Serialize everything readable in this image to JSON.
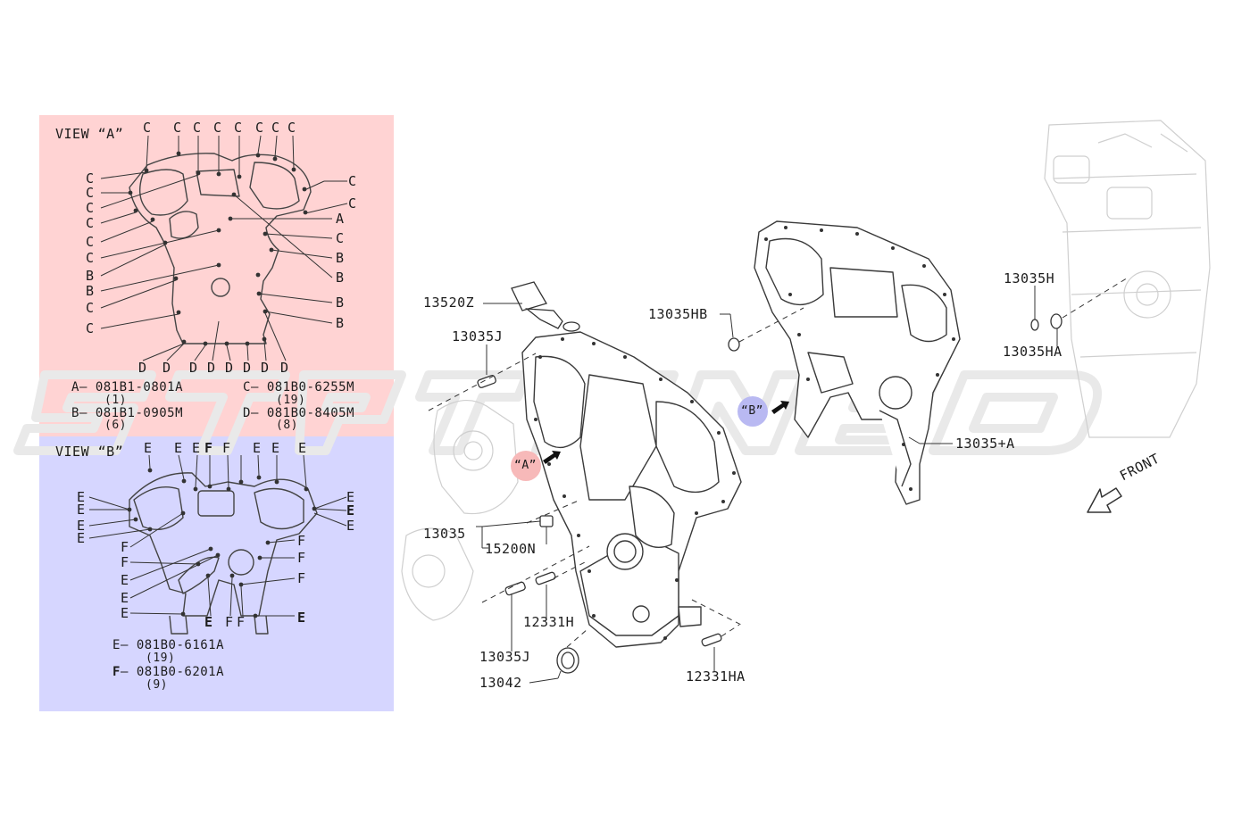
{
  "view_a": {
    "title": "VIEW “A”",
    "top_letters": [
      "C",
      "C",
      "C",
      "C",
      "C",
      "C",
      "C",
      "C"
    ],
    "left_letters": [
      "C",
      "C",
      "C",
      "C",
      "C",
      "C",
      "B",
      "B",
      "C",
      "C"
    ],
    "right_letters": [
      "C",
      "C",
      "A",
      "C",
      "B",
      "B",
      "B",
      "B"
    ],
    "bottom_letters": [
      "D",
      "D",
      "D",
      "D",
      "D",
      "D",
      "D",
      "D"
    ],
    "legend": [
      {
        "key": "A",
        "sep": "—",
        "part": "081B1-0801A",
        "qty": "(1)"
      },
      {
        "key": "B",
        "sep": "—",
        "part": "081B1-0905M",
        "qty": "(6)"
      },
      {
        "key": "C",
        "sep": "—",
        "part": "081B0-6255M",
        "qty": "(19)"
      },
      {
        "key": "D",
        "sep": "—",
        "part": "081B0-8405M",
        "qty": "(8)"
      }
    ]
  },
  "view_b": {
    "title": "VIEW “B”",
    "top_letters": [
      "E",
      "E",
      "E",
      "F",
      "F",
      "E",
      "E",
      "E"
    ],
    "left_letters": [
      "E",
      "E",
      "E",
      "E",
      "F",
      "F",
      "E",
      "E",
      "E"
    ],
    "right_letters": [
      "E",
      "E",
      "E",
      "F",
      "F",
      "F"
    ],
    "bottom_letters": [
      "E",
      "F",
      "F",
      "E"
    ],
    "legend": [
      {
        "key": "E",
        "sep": "—",
        "part": "081B0-6161A",
        "qty": "(19)"
      },
      {
        "key": "F",
        "sep": "—",
        "part": "081B0-6201A",
        "qty": "(9)"
      }
    ]
  },
  "parts": {
    "p13520z": "13520Z",
    "p13035j_top": "13035J",
    "p13035": "13035",
    "p15200n": "15200N",
    "p12331h": "12331H",
    "p13035j_bottom": "13035J",
    "p13042": "13042",
    "p12331ha": "12331HA",
    "p13035hb": "13035HB",
    "p13035a": "13035+A",
    "p13035h": "13035H",
    "p13035ha": "13035HA"
  },
  "markers": {
    "a": "“A”",
    "b": "“B”"
  },
  "front_label": "FRONT",
  "colors": {
    "view_a_bg": "#ffd3d3",
    "view_b_bg": "#d6d6ff",
    "marker_a": "#f7b9b9",
    "marker_b": "#b9b9f2",
    "line": "#333333"
  }
}
